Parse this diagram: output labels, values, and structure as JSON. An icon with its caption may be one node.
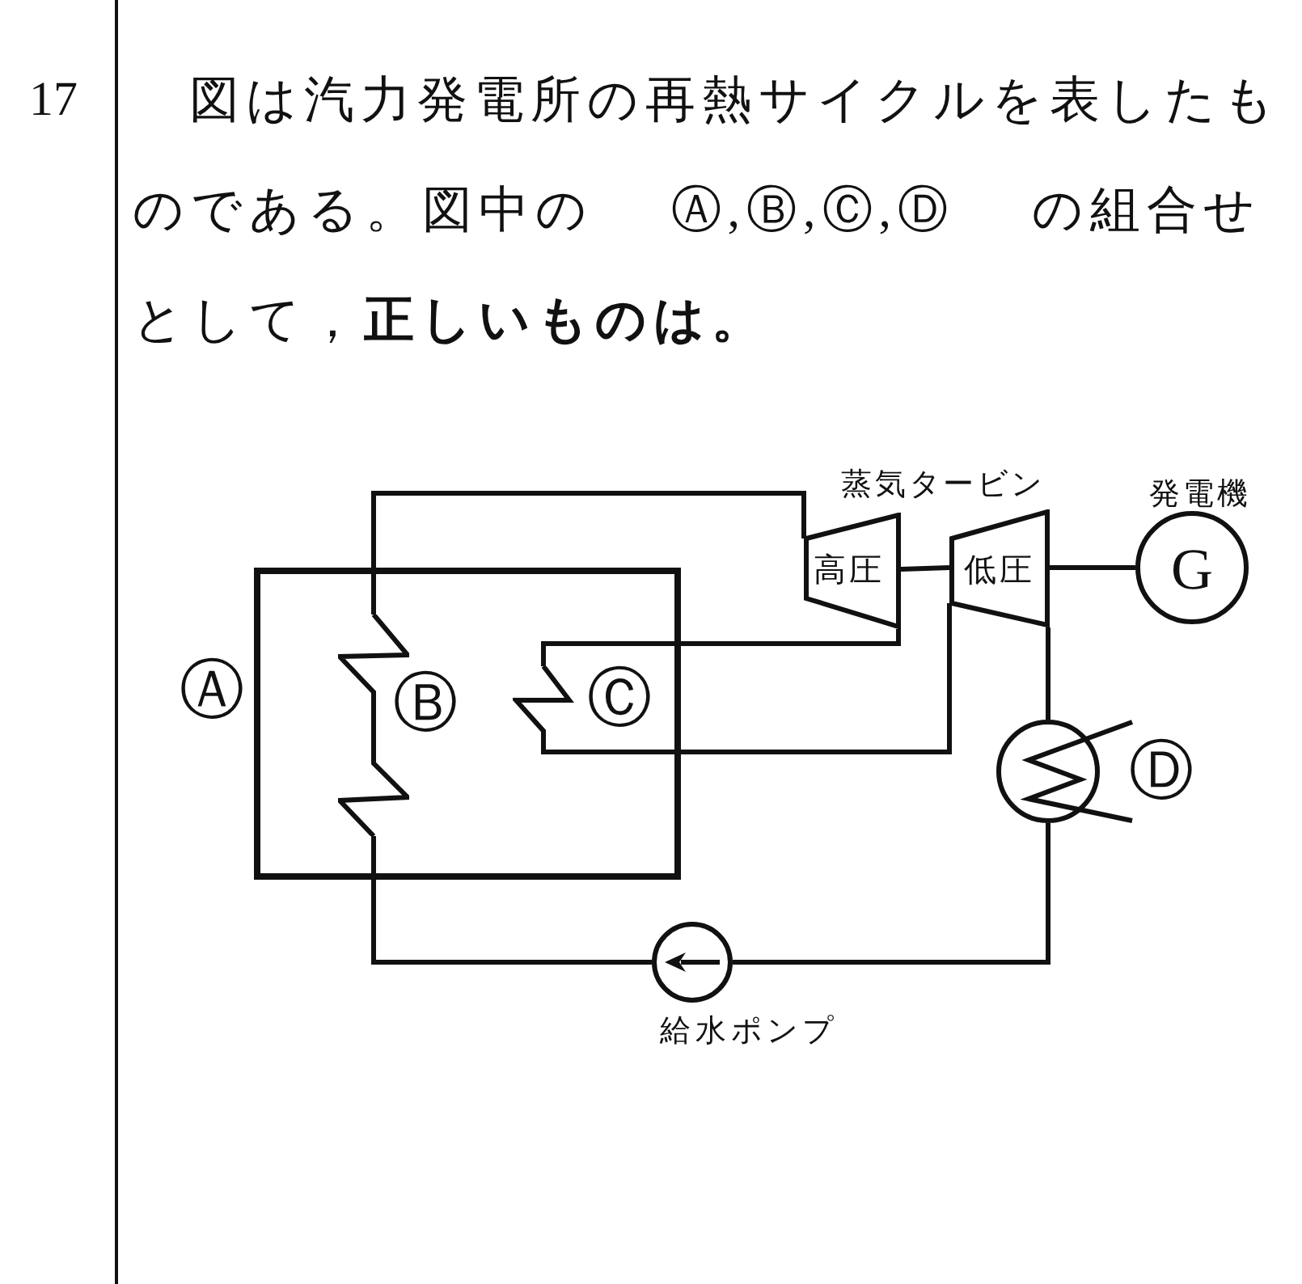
{
  "diagram": {
    "nodes": [
      {
        "text": [],
        "shape": "box",
        "beside": [
          "Ⓐ"
        ]
      },
      {
        "text": [],
        "shape": "zigzag",
        "in": 0,
        "beside": [
          "Ⓑ"
        ]
      },
      {
        "text": [],
        "shape": "zigzag",
        "in": 0,
        "beside": [
          "Ⓒ"
        ]
      },
      {
        "text": [
          "高圧"
        ]
      },
      {
        "text": [
          "低圧"
        ]
      },
      {
        "text": [
          "G"
        ],
        "beside": [
          "発電機"
        ]
      },
      {
        "text": [],
        "shape": "circle",
        "beside": [
          "Ⓓ"
        ]
      },
      {
        "text": [],
        "shape": "circle",
        "beside": [
          "給水ポンプ"
        ]
      }
    ],
    "edges": [
      {
        "from": 1,
        "to": 3,
        "arrow": "none"
      },
      {
        "from": 3,
        "to": 2,
        "arrow": "none"
      },
      {
        "from": 2,
        "to": 4,
        "arrow": "none"
      },
      {
        "from": 3,
        "to": 4,
        "arrow": "none"
      },
      {
        "from": 4,
        "to": 5,
        "arrow": "none"
      },
      {
        "from": 4,
        "to": 6,
        "arrow": "none"
      },
      {
        "from": 6,
        "to": 7,
        "arrow": "none"
      },
      {
        "from": 7,
        "to": 1,
        "arrow": "none"
      }
    ],
    "labels": [
      "17",
      "図は汽力発電所の再熱サイクルを表したものである。図中の Ⓐ,Ⓑ,Ⓒ,Ⓓ の組合せとして，**正しいものは。**",
      "蒸気タービン"
    ]
  }
}
